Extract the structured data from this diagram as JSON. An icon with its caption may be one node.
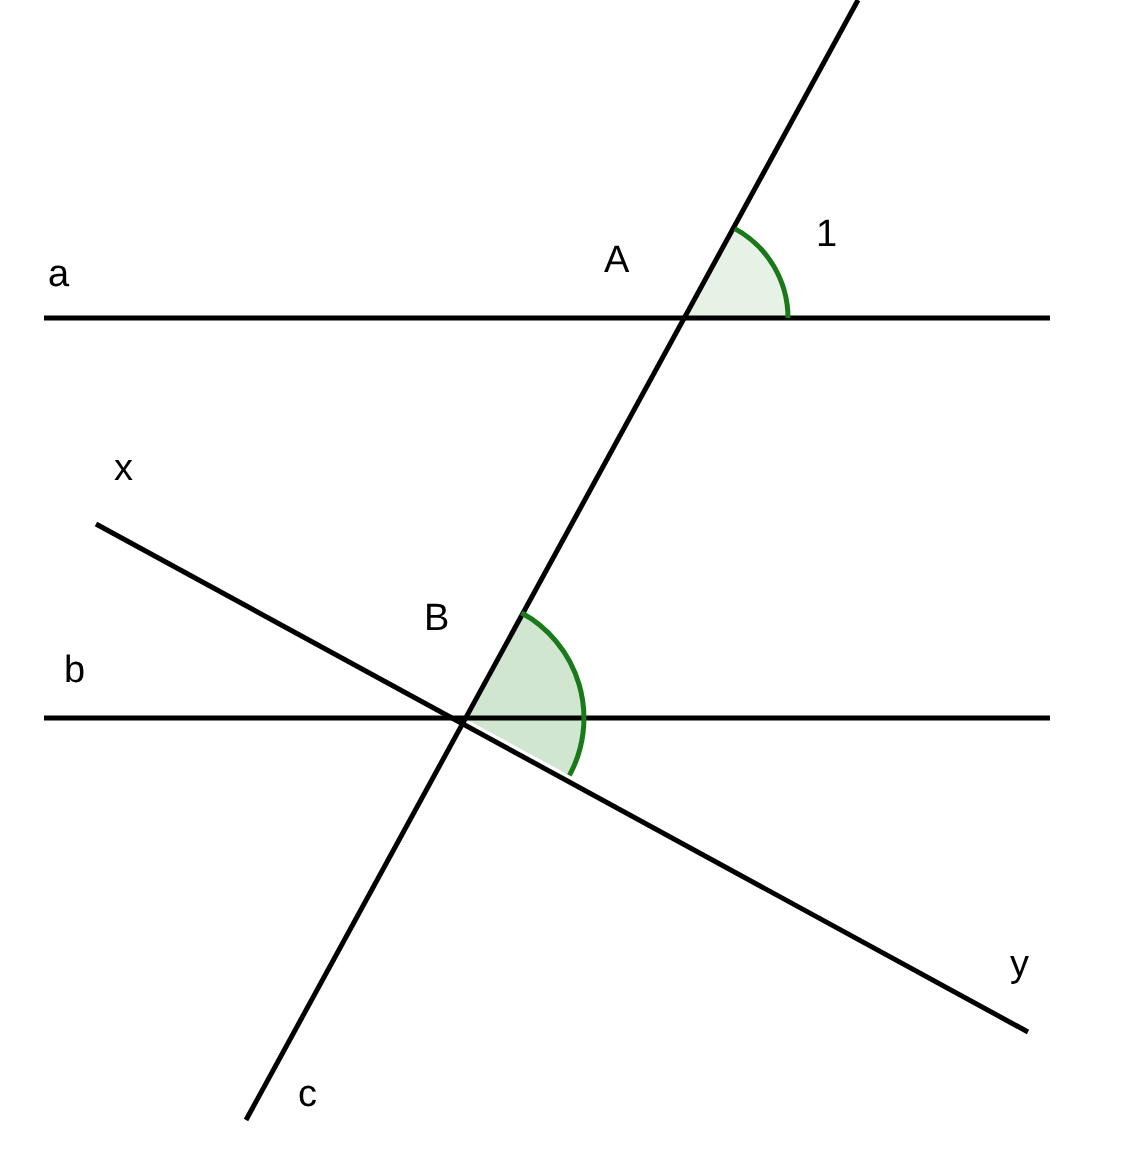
{
  "diagram": {
    "labels": [
      "a",
      "A",
      "1",
      "x",
      "B",
      "b",
      "y",
      "c"
    ]
  }
}
